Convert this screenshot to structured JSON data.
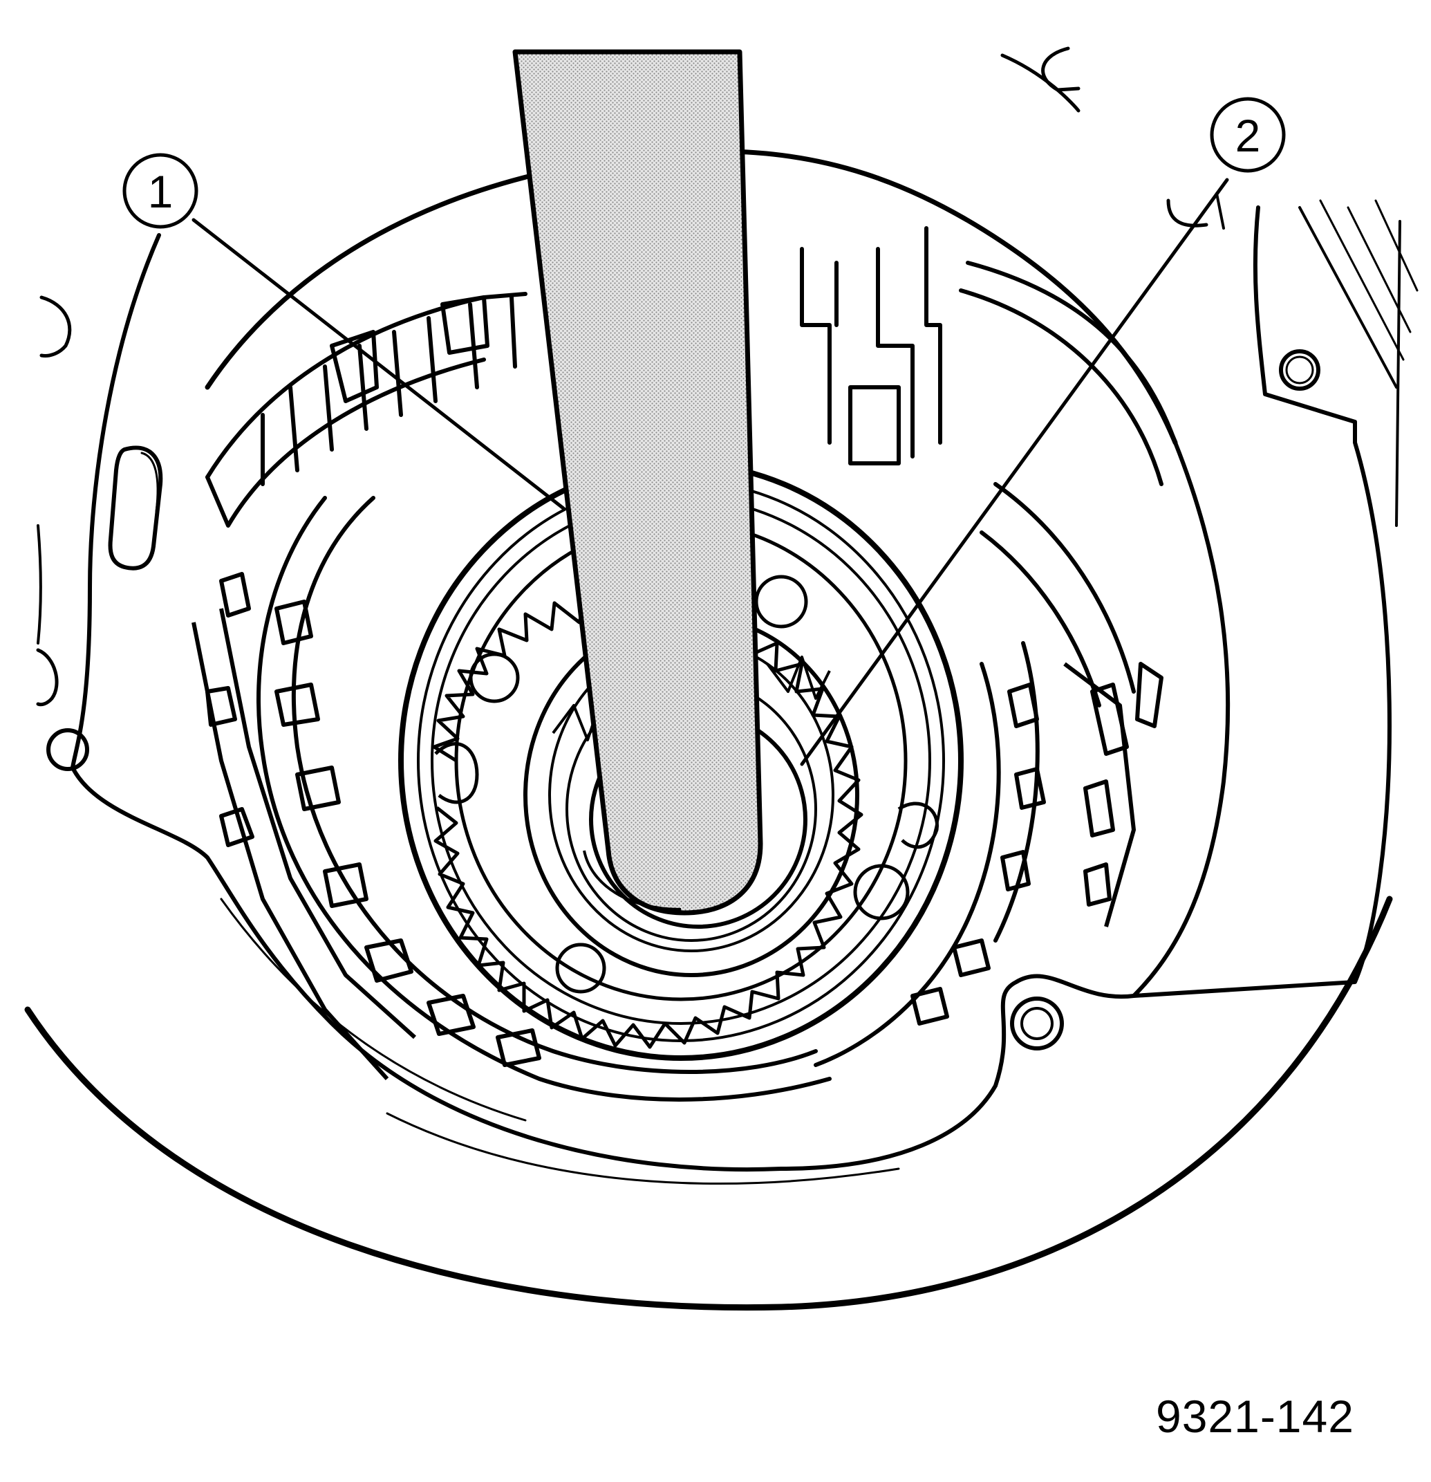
{
  "callouts": [
    {
      "label": "1"
    },
    {
      "label": "2"
    }
  ],
  "figure_number": "9321-142",
  "colors": {
    "line": "#000000",
    "paper": "#ffffff",
    "tool_fill": "#b9b9b9"
  }
}
